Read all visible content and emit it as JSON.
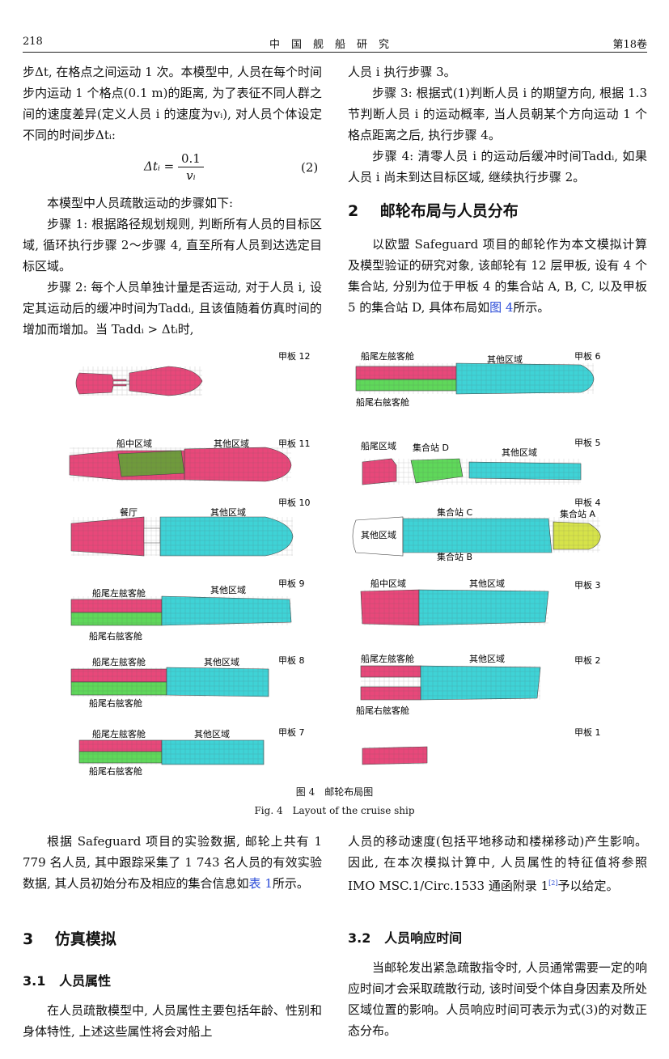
{
  "header": {
    "page_number": "218",
    "journal": "中国舰船研究",
    "volume": "第18卷"
  },
  "left_top": {
    "p1": "步Δt, 在格点之间运动 1 次。本模型中, 人员在每个时间步内运动 1 个格点(0.1 m)的距离, 为了表征不同人群之间的速度差异(定义人员 i 的速度为vᵢ), 对人员个体设定不同的时间步Δtᵢ:",
    "eq_lhs": "Δtᵢ =",
    "eq_num": "0.1",
    "eq_den": "vᵢ",
    "eq_no": "(2)",
    "p2": "本模型中人员疏散运动的步骤如下:",
    "p3": "步骤 1: 根据路径规划规则, 判断所有人员的目标区域, 循环执行步骤 2～步骤 4, 直至所有人员到达选定目标区域。",
    "p4": "步骤 2: 每个人员单独计量是否运动, 对于人员 i, 设定其运动后的缓冲时间为Taddᵢ, 且该值随着仿真时间的增加而增加。当 Taddᵢ > Δtᵢ时,"
  },
  "right_top": {
    "p1": "人员 i 执行步骤 3。",
    "p2": "步骤 3: 根据式(1)判断人员 i 的期望方向, 根据 1.3 节判断人员 i 的运动概率, 当人员朝某个方向运动 1 个格点距离之后, 执行步骤 4。",
    "p3": "步骤 4: 清零人员 i 的运动后缓冲时间Taddᵢ, 如果人员 i 尚未到达目标区域, 继续执行步骤 2。",
    "h2_num": "2",
    "h2_text": "邮轮布局与人员分布",
    "p4_a": "以欧盟 Safeguard 项目的邮轮作为本文模拟计算及模型验证的研究对象, 该邮轮有 12 层甲板, 设有 4 个集合站, 分别为位于甲板 4 的集合站 A, B, C, 以及甲板 5 的集合站 D, 具体布局如",
    "p4_link": "图 4",
    "p4_b": "所示。"
  },
  "figure": {
    "caption_cn": "图 4　邮轮布局图",
    "caption_en": "Fig. 4　Layout of the cruise ship",
    "left_decks": [
      {
        "deck": "甲板 12",
        "labels": []
      },
      {
        "deck": "甲板 11",
        "labels": [
          "船中区域",
          "其他区域"
        ]
      },
      {
        "deck": "甲板 10",
        "labels": [
          "餐厅",
          "其他区域"
        ]
      },
      {
        "deck": "甲板 9",
        "labels": [
          "船尾左舷客舱",
          "其他区域",
          "船尾右舷客舱"
        ]
      },
      {
        "deck": "甲板 8",
        "labels": [
          "船尾左舷客舱",
          "其他区域",
          "船尾右舷客舱"
        ]
      },
      {
        "deck": "甲板 7",
        "labels": [
          "船尾左舷客舱",
          "其他区域",
          "船尾右舷客舱"
        ]
      }
    ],
    "right_decks": [
      {
        "deck": "甲板 6",
        "labels": [
          "船尾左舷客舱",
          "其他区域",
          "船尾右舷客舱"
        ]
      },
      {
        "deck": "甲板 5",
        "labels": [
          "船尾区域",
          "集合站 D",
          "其他区域"
        ]
      },
      {
        "deck": "甲板 4",
        "labels": [
          "集合站 C",
          "集合站 A",
          "其他区域",
          "集合站 B"
        ]
      },
      {
        "deck": "甲板 3",
        "labels": [
          "船中区域",
          "其他区域"
        ]
      },
      {
        "deck": "甲板 2",
        "labels": [
          "船尾左舷客舱",
          "其他区域",
          "船尾右舷客舱"
        ]
      },
      {
        "deck": "甲板 1",
        "labels": []
      }
    ],
    "colors": {
      "pink": "#e8487a",
      "cyan": "#3fd3d6",
      "green": "#5fd85a",
      "olive": "#6f9a3c",
      "yellow": "#d6e34a"
    }
  },
  "left_bottom": {
    "p1": "根据 Safeguard 项目的实验数据, 邮轮上共有 1 779 名人员, 其中跟踪采集了 1 743 名人员的有效实验数据, 其人员初始分布及相应的集合信息如",
    "p1_link": "表 1",
    "p1_b": "所示。",
    "h2_num": "3",
    "h2_text": "仿真模拟",
    "h3_num": "3.1",
    "h3_text": "人员属性",
    "p2": "在人员疏散模型中, 人员属性主要包括年龄、性别和身体特性, 上述这些属性将会对船上"
  },
  "right_bottom": {
    "p1_a": "人员的移动速度(包括平地移动和楼梯移动)产生影响。因此, 在本次模拟计算中, 人员属性的特征值将参照 IMO MSC.1/Circ.1533 通函附录 1",
    "p1_ref": "[2]",
    "p1_b": "予以给定。",
    "h3_num": "3.2",
    "h3_text": "人员响应时间",
    "p2": "当邮轮发出紧急疏散指令时, 人员通常需要一定的响应时间才会采取疏散行动, 该时间受个体自身因素及所处区域位置的影响。人员响应时间可表示为式(3)的对数正态分布。"
  }
}
